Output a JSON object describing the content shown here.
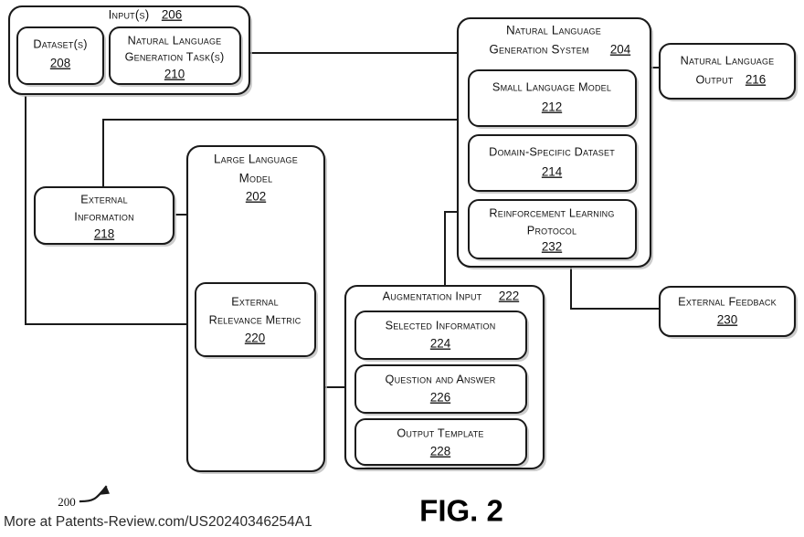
{
  "figure": {
    "caption": "FIG. 2",
    "ref_numeral": "200",
    "watermark": "More at Patents-Review.com/US20240346254A1",
    "line_color": "#1a1a1a",
    "fill_color": "#ffffff"
  },
  "blocks": {
    "inputs": {
      "title": "Input(s)",
      "number": "206",
      "children": {
        "datasets": {
          "title": "Dataset(s)",
          "number": "208"
        },
        "nlg_task": {
          "line1": "Natural Language",
          "line2": "Generation Task(s)",
          "number": "210"
        }
      }
    },
    "nlg_system": {
      "line1": "Natural Language",
      "line2": "Generation System",
      "number": "204",
      "children": {
        "small_language_model": {
          "title": "Small Language Model",
          "number": "212"
        },
        "domain_specific_dataset": {
          "title": "Domain-Specific Dataset",
          "number": "214"
        },
        "reinforcement_learning_protocol": {
          "line1": "Reinforcement Learning",
          "line2": "Protocol",
          "number": "232"
        }
      }
    },
    "nl_output": {
      "line1": "Natural Language",
      "line2": "Output",
      "number": "216"
    },
    "external_information": {
      "line1": "External",
      "line2": "Information",
      "number": "218"
    },
    "large_language_model": {
      "line1": "Large Language",
      "line2": "Model",
      "number": "202",
      "children": {
        "external_relevance_metric": {
          "line1": "External",
          "line2": "Relevance Metric",
          "number": "220"
        }
      }
    },
    "augmentation_input": {
      "title": "Augmentation Input",
      "number": "222",
      "children": {
        "selected_information": {
          "title": "Selected Information",
          "number": "224"
        },
        "question_and_answer": {
          "title": "Question and Answer",
          "number": "226"
        },
        "output_template": {
          "title": "Output Template",
          "number": "228"
        }
      }
    },
    "external_feedback": {
      "title": "External Feedback",
      "number": "230"
    }
  }
}
